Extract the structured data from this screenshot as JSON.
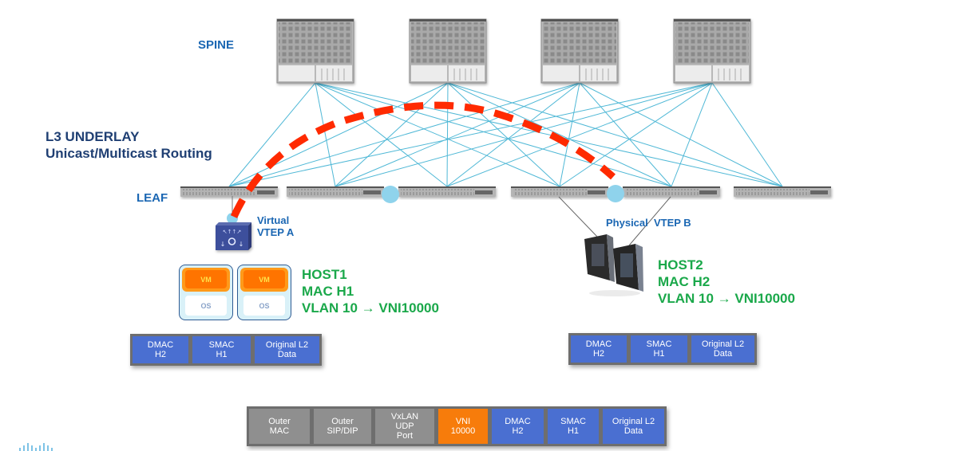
{
  "labels": {
    "spine": "SPINE",
    "leaf": "LEAF",
    "underlay_title": "L3 UNDERLAY",
    "underlay_subtitle": "Unicast/Multicast Routing",
    "vtep_a_line1": "Virtual",
    "vtep_a_line2": "VTEP A",
    "vtep_b": "Physical  VTEP B"
  },
  "host1": {
    "name": "HOST1",
    "mac": "MAC H1",
    "vlan_map": "VLAN 10 → VNI10000",
    "vms": [
      {
        "vm": "VM",
        "os": "OS"
      },
      {
        "vm": "VM",
        "os": "OS"
      }
    ]
  },
  "host2": {
    "name": "HOST2",
    "mac": "MAC H2",
    "vlan_map": "VLAN 10 → VNI10000"
  },
  "frame_host1": [
    {
      "text": "DMAC\nH2",
      "color": "blue"
    },
    {
      "text": "SMAC\nH1",
      "color": "blue"
    },
    {
      "text": "Original L2\nData",
      "color": "blue"
    }
  ],
  "frame_host2": [
    {
      "text": "DMAC\nH2",
      "color": "blue"
    },
    {
      "text": "SMAC\nH1",
      "color": "blue"
    },
    {
      "text": "Original L2\nData",
      "color": "blue"
    }
  ],
  "frame_vxlan": [
    {
      "text": "Outer\nMAC",
      "color": "gray"
    },
    {
      "text": "Outer\nSIP/DIP",
      "color": "gray"
    },
    {
      "text": "VxLAN\nUDP\nPort",
      "color": "gray"
    },
    {
      "text": "VNI\n10000",
      "color": "orange"
    },
    {
      "text": "DMAC\nH2",
      "color": "blue"
    },
    {
      "text": "SMAC\nH1",
      "color": "blue"
    },
    {
      "text": "Original L2\nData",
      "color": "blue"
    }
  ],
  "topology": {
    "spine_count": 4,
    "leaf_count": 6,
    "vxlan_tunnel": "VTEP A → VTEP B"
  },
  "colors": {
    "link": "#4fb8d6",
    "tunnel": "#ff2a00",
    "vtep_dot": "#8fd3ec",
    "label_blue": "#1b67b3",
    "label_navy": "#1f3f73",
    "host_green": "#1aa84a",
    "frame_blue": "#4a6fd1",
    "frame_gray": "#8f8f8f",
    "frame_orange": "#f77c0b"
  }
}
